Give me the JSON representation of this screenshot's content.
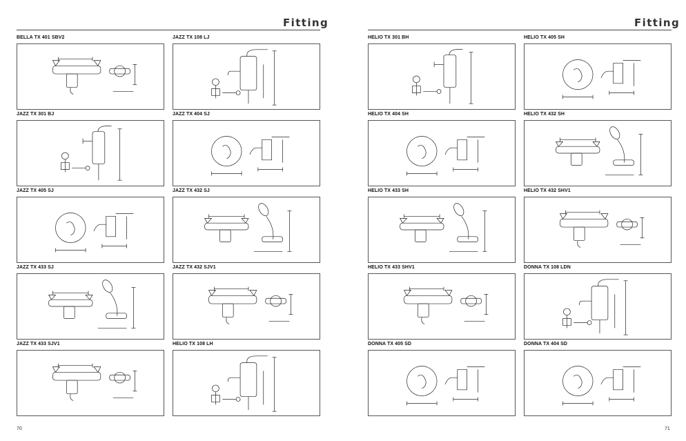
{
  "section_title": "Fitting",
  "left_page": {
    "page_number": "70",
    "items": [
      {
        "model": "BELLA TX 401 SBV2",
        "drawing": "mixer"
      },
      {
        "model": "JAZZ TX 108 LJ",
        "drawing": "basin"
      },
      {
        "model": "JAZZ TX 301 BJ",
        "drawing": "bidet"
      },
      {
        "model": "JAZZ TX 404 SJ",
        "drawing": "concealed"
      },
      {
        "model": "JAZZ TX 405 SJ",
        "drawing": "concealed"
      },
      {
        "model": "JAZZ TX 432 SJ",
        "drawing": "shower"
      },
      {
        "model": "JAZZ TX 433 SJ",
        "drawing": "shower"
      },
      {
        "model": "JAZZ TX 432 SJV1",
        "drawing": "mixer"
      },
      {
        "model": "JAZZ TX 433 SJV1",
        "drawing": "mixer"
      },
      {
        "model": "HELIO TX 108 LH",
        "drawing": "basin"
      }
    ]
  },
  "right_page": {
    "page_number": "71",
    "items": [
      {
        "model": "HELIO TX 301 BH",
        "drawing": "bidet"
      },
      {
        "model": "HELIO TX 405 SH",
        "drawing": "concealed"
      },
      {
        "model": "HELIO TX 404 SH",
        "drawing": "concealed"
      },
      {
        "model": "HELIO TX 432 SH",
        "drawing": "shower"
      },
      {
        "model": "HELIO TX 433 SH",
        "drawing": "shower"
      },
      {
        "model": "HELIO TX 432 SHV1",
        "drawing": "mixer"
      },
      {
        "model": "HELIO TX 433 SHV1",
        "drawing": "mixer"
      },
      {
        "model": "DONNA TX 108 LDN",
        "drawing": "basin"
      },
      {
        "model": "DONNA TX 405 SD",
        "drawing": "concealed"
      },
      {
        "model": "DONNA TX 404 SD",
        "drawing": "concealed"
      }
    ]
  }
}
